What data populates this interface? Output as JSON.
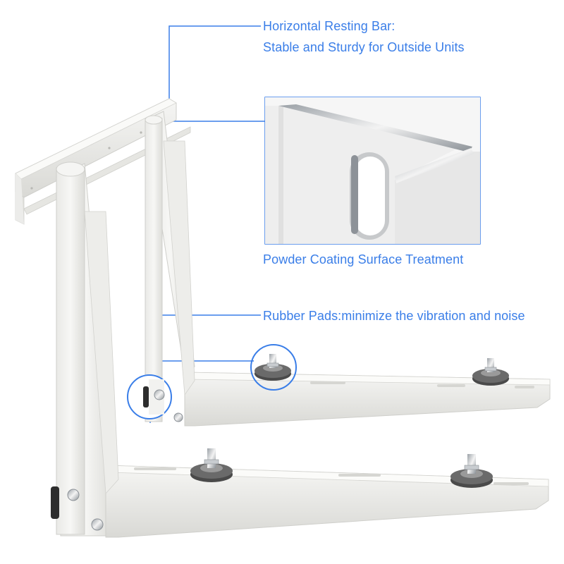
{
  "callouts": {
    "resting_bar": {
      "line1": "Horizontal Resting Bar:",
      "line2": "Stable and Sturdy for Outside Units"
    },
    "coating": "Powder Coating Surface Treatment",
    "rubber_pads": "Rubber Pads:minimize the vibration and noise"
  },
  "colors": {
    "accent": "#3a7ee8",
    "bracket": "#f1f1ef",
    "bracket_shadow": "#d8d8d4",
    "pad": "#4a4a4a",
    "bolt": "#bfc3c7"
  },
  "icons": [
    "zoom-inset",
    "magnifier-circle"
  ]
}
